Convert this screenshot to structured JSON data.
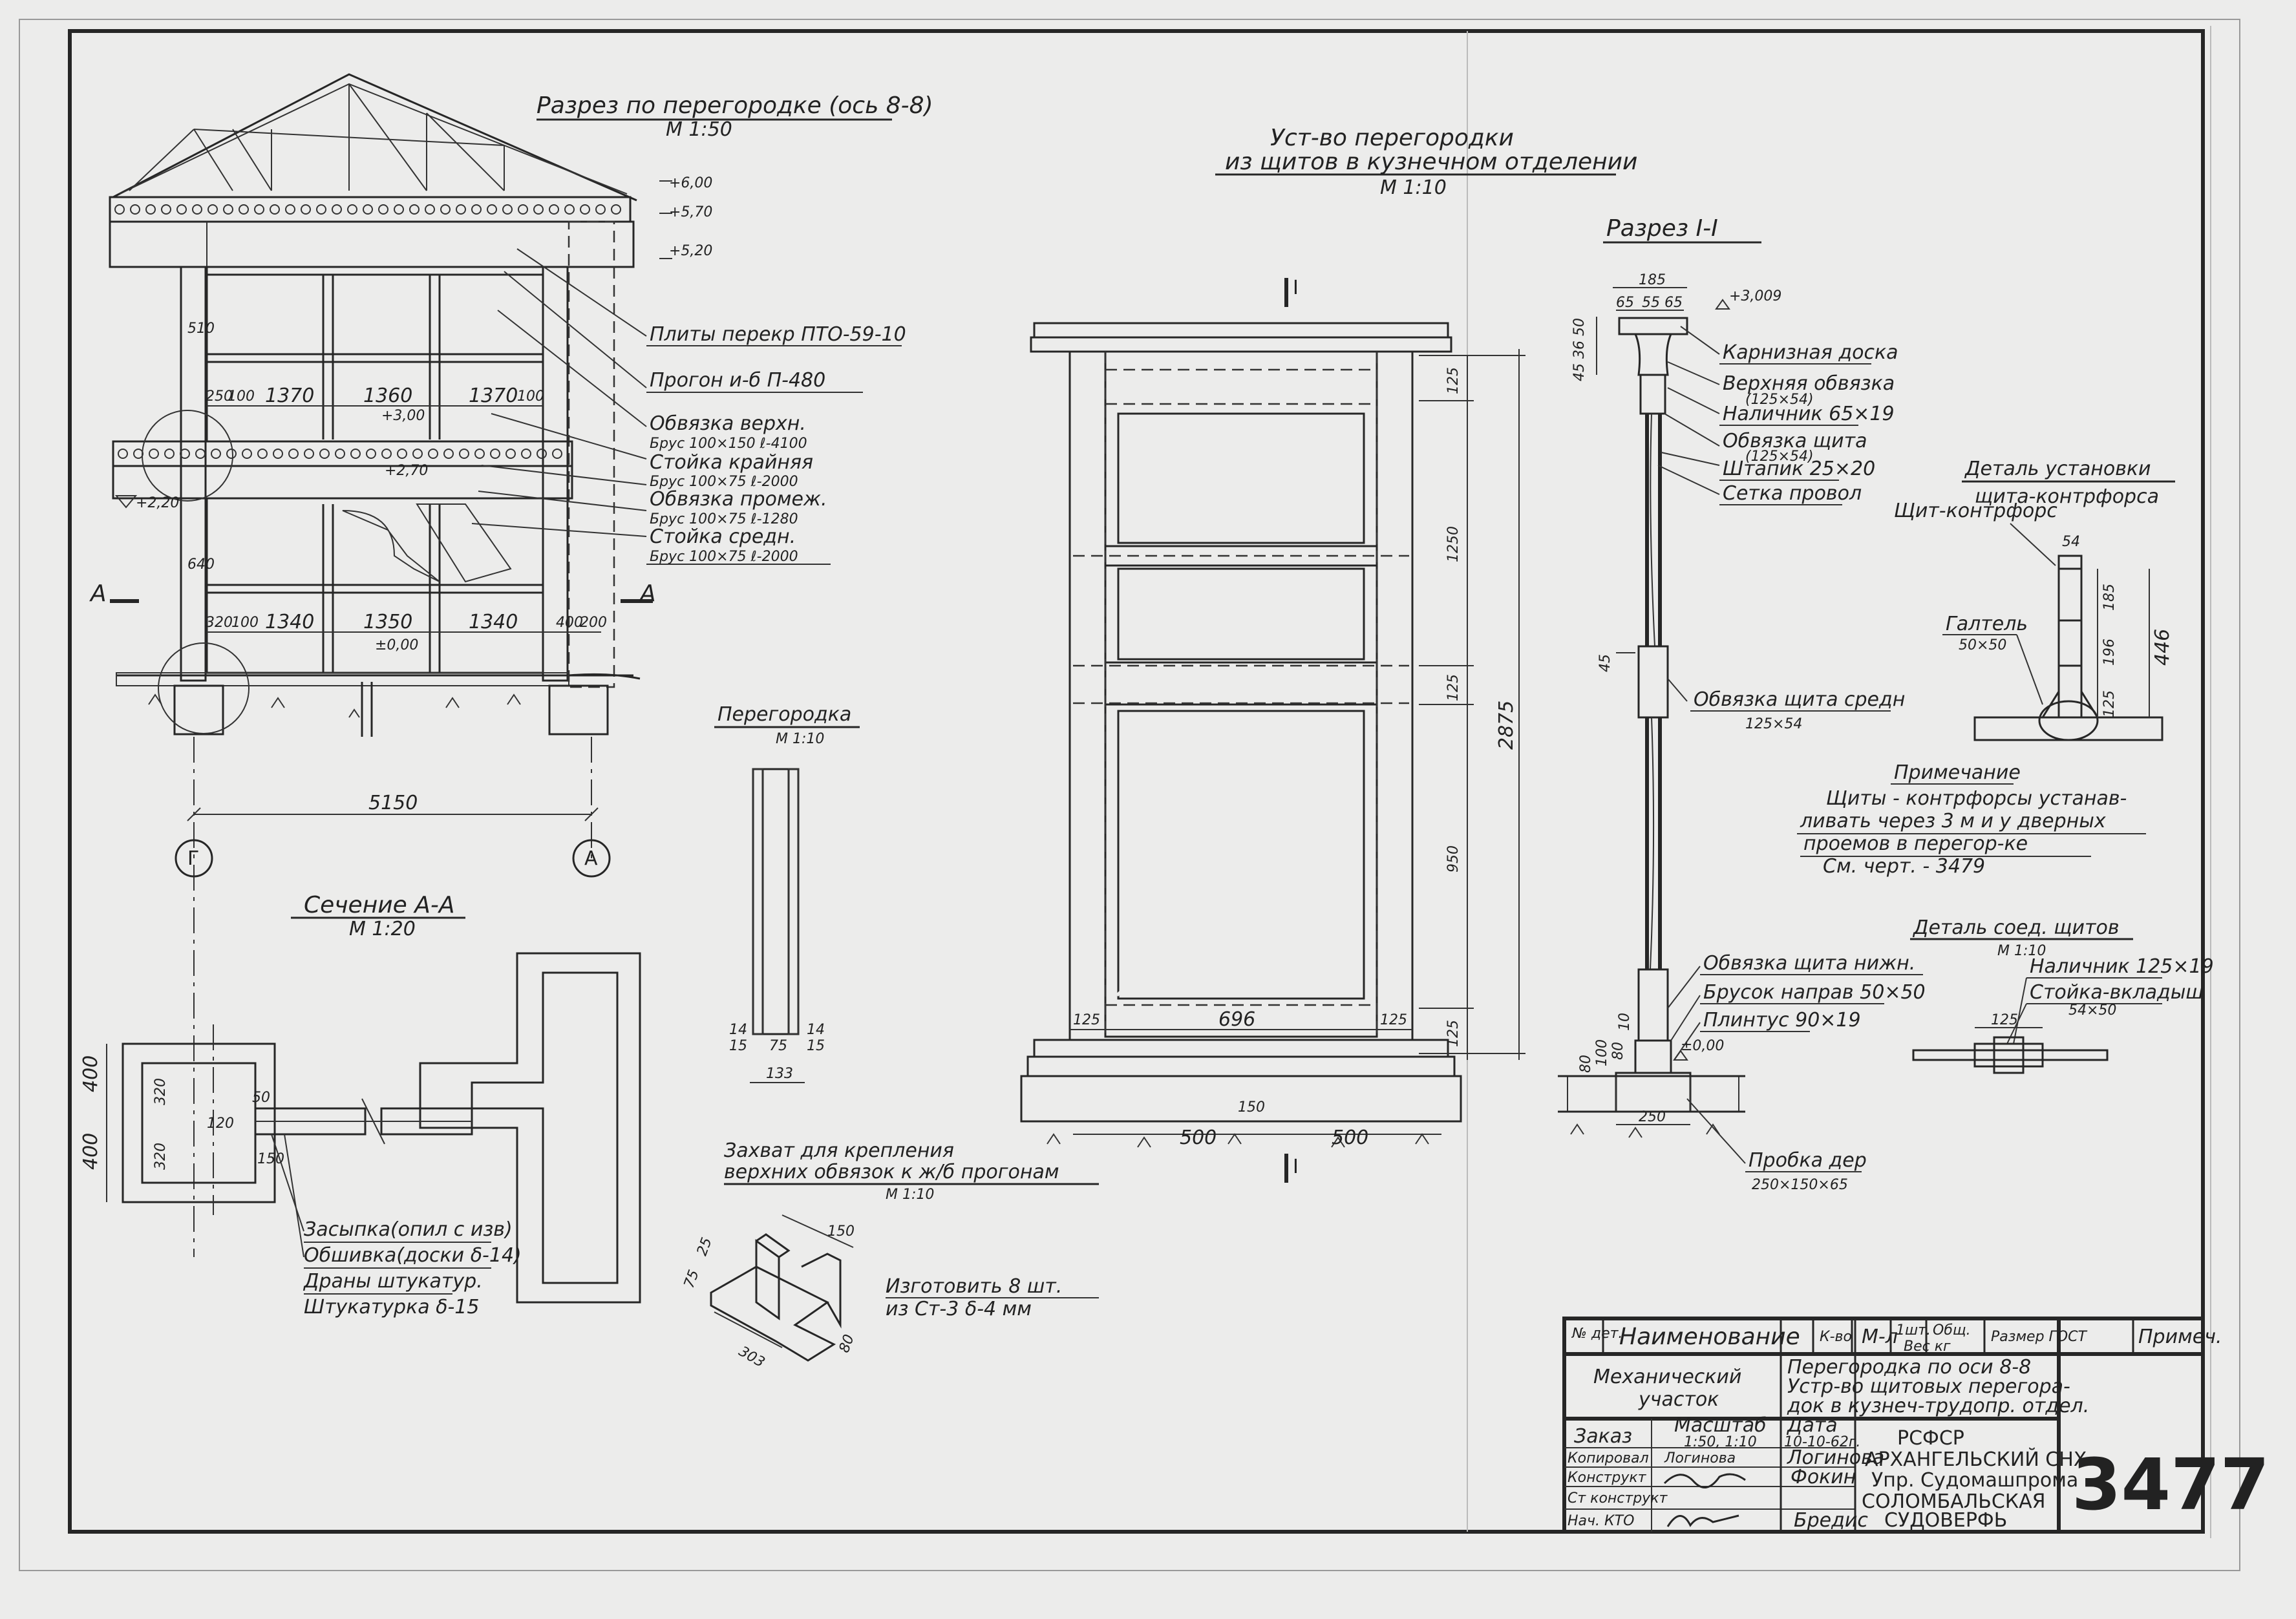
{
  "section_8_8": {
    "title": "Разрез по перегородке (ось 8-8)",
    "scale": "М 1:50",
    "levels": [
      "+6,00",
      "+5,70",
      "+5,20",
      "+3,00",
      "+2,70",
      "+2,20",
      "±0,00"
    ],
    "dims_upper": [
      "510",
      "250",
      "100",
      "1370",
      "1360",
      "1370",
      "100"
    ],
    "dims_lower": [
      "640",
      "320",
      "100",
      "1340",
      "1350",
      "1340",
      "400",
      "200"
    ],
    "overall": "5150",
    "axes": [
      "Г",
      "А"
    ],
    "cut_marks": [
      "А",
      "А"
    ],
    "labels": [
      "Плиты перекр ПТО-59-10",
      "Прогон и-б П-480",
      "Обвязка верхн.",
      "Брус 100×150 ℓ-4100",
      "Стойка крайняя",
      "Брус 100×75 ℓ-2000",
      "Обвязка промеж.",
      "Брус 100×75 ℓ-1280",
      "Стойка средн.",
      "Брус 100×75 ℓ-2000"
    ]
  },
  "section_a_a": {
    "title": "Сечение А-А",
    "scale": "М 1:20",
    "dims": [
      "400",
      "400",
      "320",
      "320",
      "120",
      "50",
      "150"
    ],
    "layers": [
      "Засыпка(опил с изв)",
      "Обшивка(доски δ-14)",
      "Драны штукатур.",
      "Штукатурка δ-15"
    ]
  },
  "partition_detail": {
    "title": "Перегородка",
    "scale": "М 1:10",
    "dims": [
      "14",
      "15",
      "75",
      "14",
      "15",
      "133"
    ]
  },
  "clamp": {
    "title": "Захват для крепления",
    "subtitle": "верхних обвязок к ж/б прогонам",
    "scale": "М 1:10",
    "dims": [
      "150",
      "25",
      "75",
      "80",
      "303"
    ],
    "note1": "Изготовить 8 шт.",
    "note2": "из Ст-3 δ-4 мм"
  },
  "panel": {
    "title1": "Уст-во перегородки",
    "title2": "из щитов в кузнечном отделении",
    "scale": "М 1:10",
    "section_mark": "I",
    "dims_right": [
      "125",
      "1250",
      "125",
      "950",
      "125"
    ],
    "overall_height": "2875",
    "dims_bottom": [
      "125",
      "696",
      "125"
    ],
    "dims_floor": [
      "500",
      "150",
      "500"
    ]
  },
  "section_1_1": {
    "title": "Разрез I-I",
    "dims_top": [
      "185",
      "65",
      "55",
      "65"
    ],
    "level_top": "+3,009",
    "level_bottom": "±0,00",
    "dims_side": [
      "45",
      "36",
      "50",
      "45",
      "100",
      "80",
      "10",
      "80"
    ],
    "dim_base": "250",
    "labels": [
      "Карнизная доска",
      "Верхняя обвязка",
      "(125×54)",
      "Наличник 65×19",
      "Обвязка щита",
      "(125×54)",
      "Штапик 25×20",
      "Сетка провол",
      "Обвязка щита средн",
      "125×54",
      "Обвязка щита нижн.",
      "Брусок направ 50×50",
      "Плинтус 90×19",
      "Пробка дер",
      "250×150×65"
    ]
  },
  "buttress_detail": {
    "title1": "Деталь установки",
    "title2": "щита-контрфорса",
    "label_panel": "Щит-контрфорс",
    "label_fillet": "Галтель",
    "label_fillet_size": "50×50",
    "dims": [
      "54",
      "185",
      "196",
      "125",
      "446"
    ]
  },
  "note": {
    "title": "Примечание",
    "lines": [
      "Щиты - контрфорсы устанав-",
      "ливать через 3 м и у дверных",
      "проемов в перегор-ке",
      "См. черт. - 3479"
    ]
  },
  "joint_detail": {
    "title": "Деталь соед. щитов",
    "scale": "М 1:10",
    "label1": "Наличник 125×19",
    "label2": "Стойка-вкладыш",
    "label2_size": "54×50",
    "dim": "125"
  },
  "title_block": {
    "header": {
      "no": "№ дет.",
      "name": "Наименование",
      "qty": "К-во",
      "material": "М-л",
      "unit_weight": "1шт.",
      "total_weight": "Общ.",
      "weight_unit": "Вес кг",
      "size": "Размер ГОСТ",
      "notes": "Примеч."
    },
    "subject_left": [
      "Механический",
      "участок"
    ],
    "subject_right": [
      "Перегородка по оси 8-8",
      "Устр-во щитовых перегора-",
      "док в кузнеч-трудопр. отдел."
    ],
    "order_label": "Заказ",
    "scale_label": "Масштаб",
    "scale_value": "1:50, 1:10",
    "date_label": "Дата",
    "date_value": "10-10-62г.",
    "rows": [
      {
        "role": "Копировал",
        "sig": "Логинова",
        "name": "Логинова"
      },
      {
        "role": "Конструкт",
        "sig": "",
        "name": "Фокин"
      },
      {
        "role": "Ст конструкт",
        "sig": "",
        "name": ""
      },
      {
        "role": "Нач. КТО",
        "sig": "",
        "name": "Бредис"
      }
    ],
    "org": [
      "РСФСР",
      "АРХАНГЕЛЬСКИЙ СНХ",
      "Упр. Судомашпрома",
      "СОЛОМБАЛЬСКАЯ",
      "СУДОВЕРФЬ"
    ],
    "drawing_no": "3477"
  }
}
